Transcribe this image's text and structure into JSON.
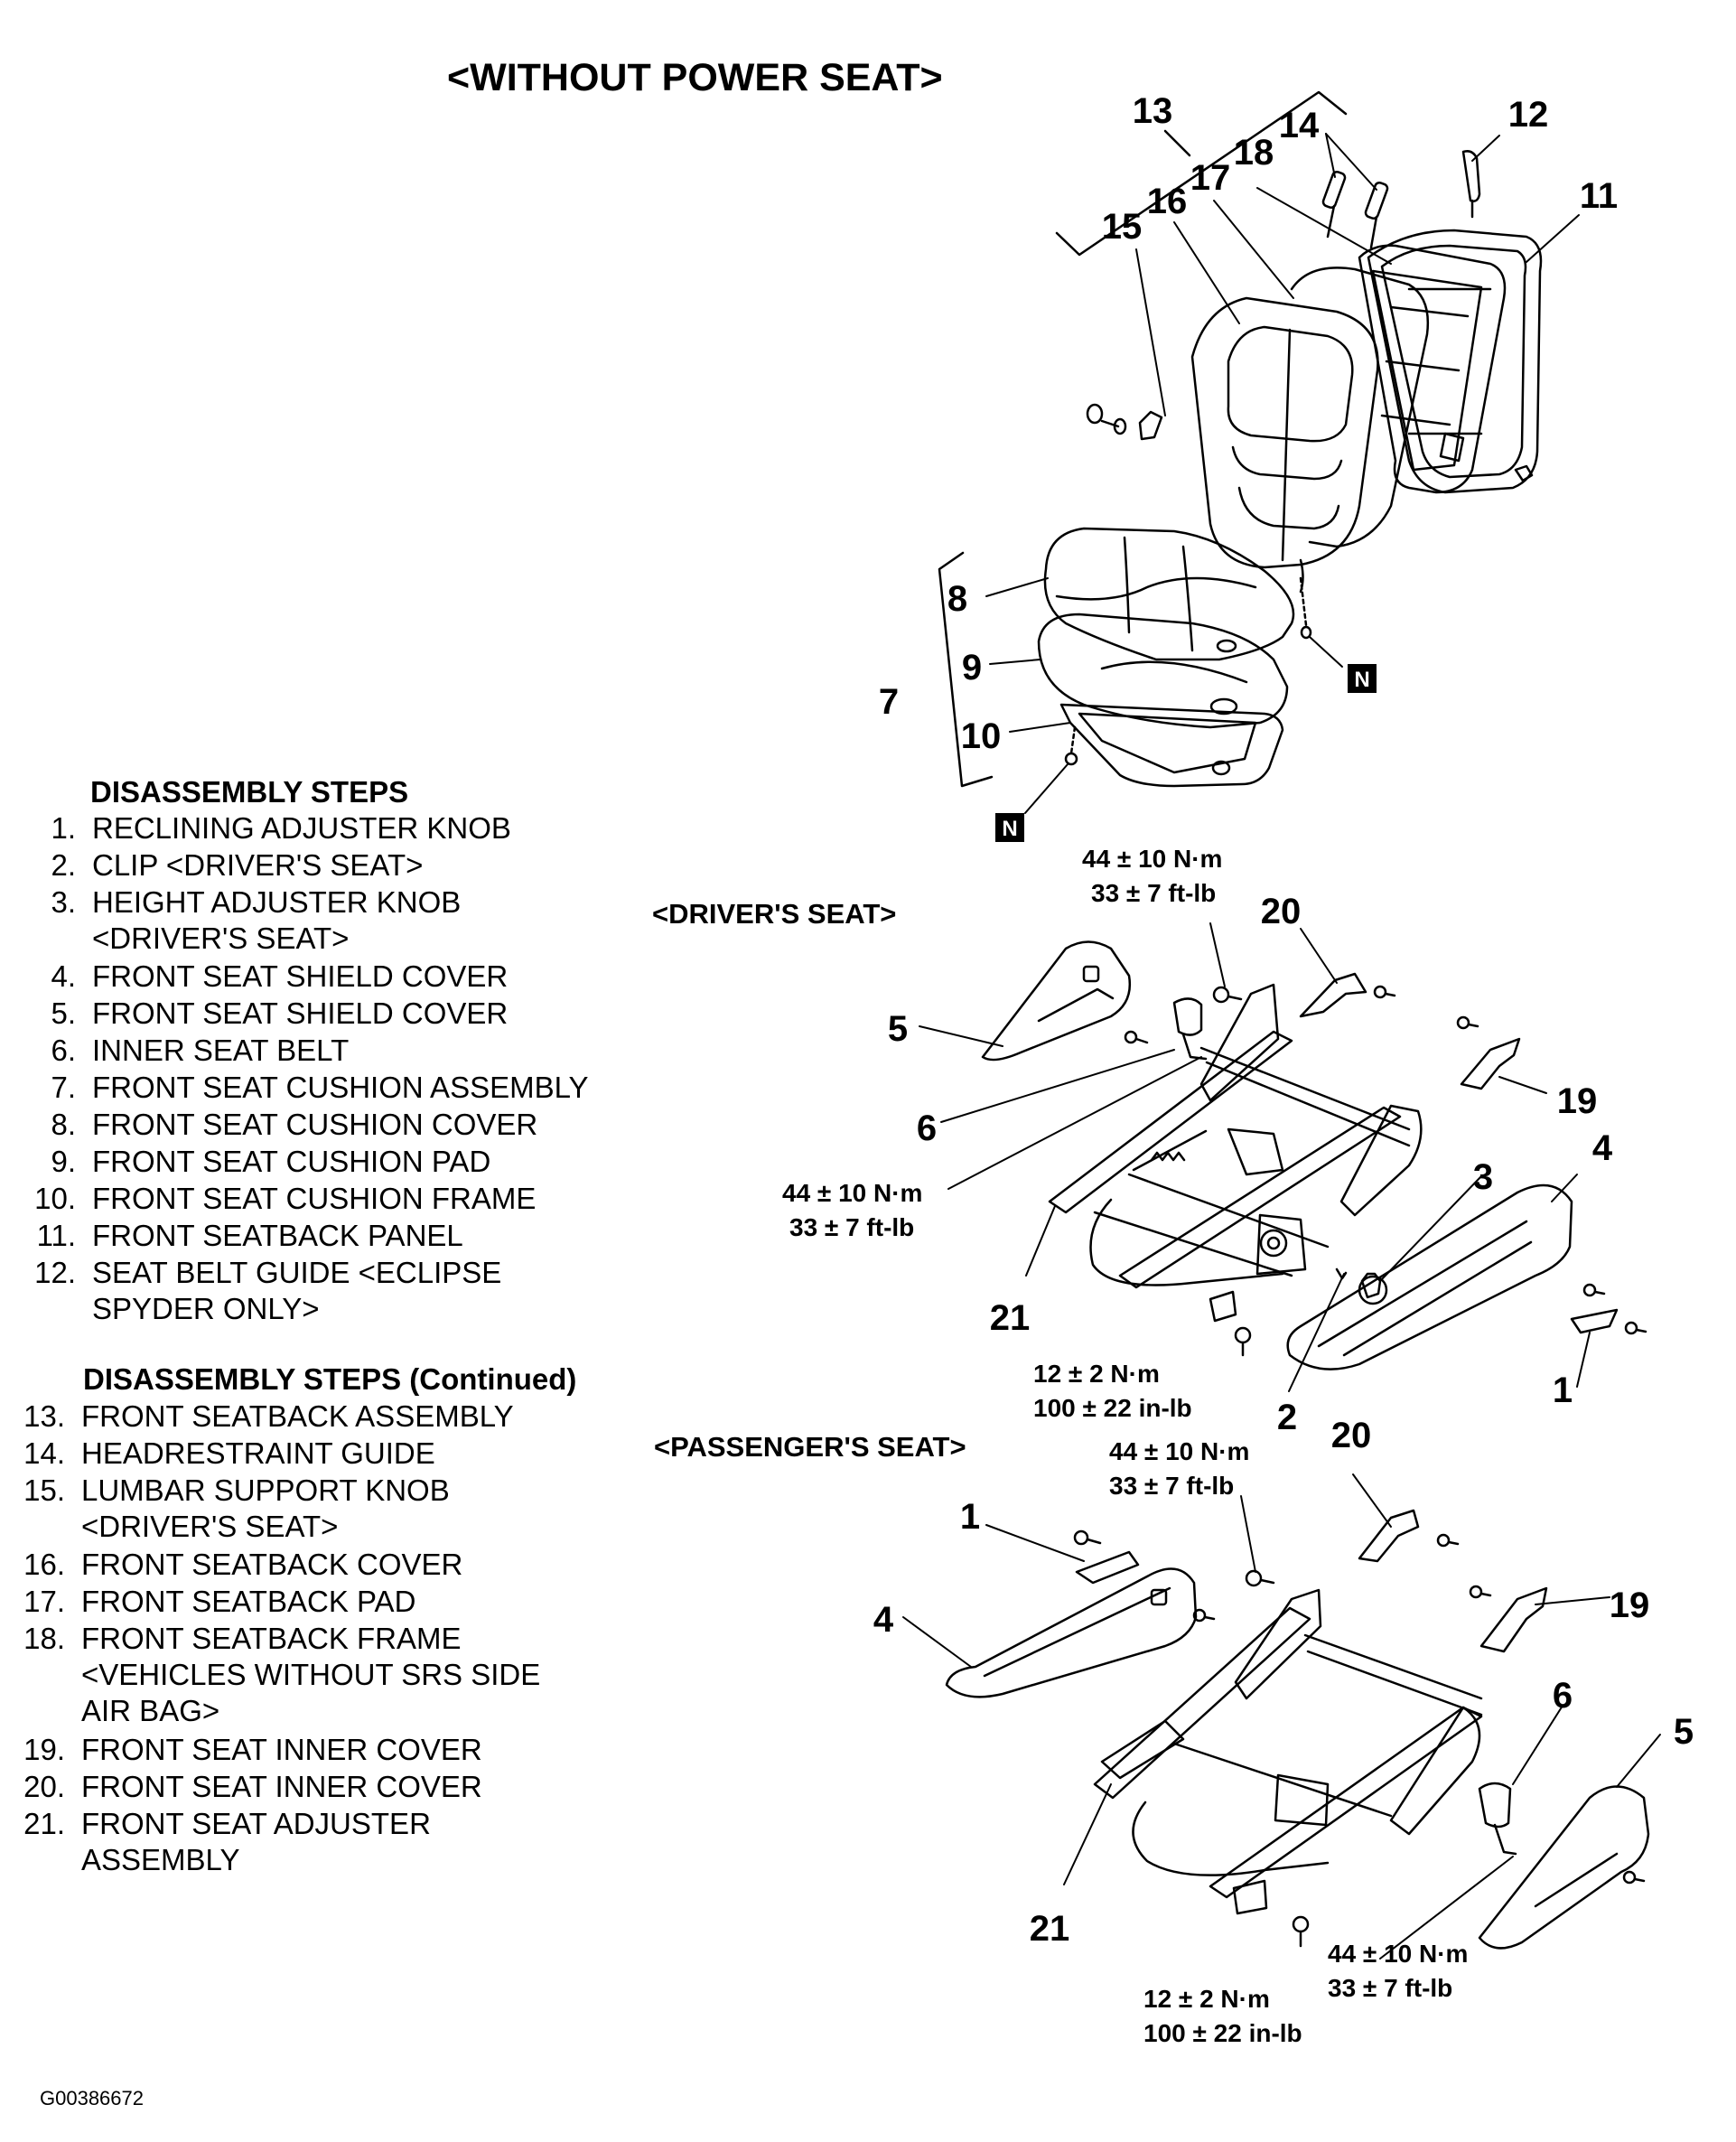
{
  "title": "<WITHOUT POWER SEAT>",
  "steps_heading": "DISASSEMBLY STEPS",
  "steps_heading_continued": "DISASSEMBLY STEPS (Continued)",
  "steps": [
    {
      "num": "1.",
      "text": "RECLINING ADJUSTER KNOB"
    },
    {
      "num": "2.",
      "text": "CLIP <DRIVER'S SEAT>"
    },
    {
      "num": "3.",
      "text": "HEIGHT ADJUSTER KNOB",
      "cont": "<DRIVER'S SEAT>"
    },
    {
      "num": "4.",
      "text": "FRONT SEAT SHIELD COVER"
    },
    {
      "num": "5.",
      "text": "FRONT SEAT SHIELD COVER"
    },
    {
      "num": "6.",
      "text": "INNER SEAT BELT"
    },
    {
      "num": "7.",
      "text": "FRONT SEAT CUSHION ASSEMBLY"
    },
    {
      "num": "8.",
      "text": "FRONT SEAT CUSHION COVER"
    },
    {
      "num": "9.",
      "text": "FRONT SEAT CUSHION PAD"
    },
    {
      "num": "10.",
      "text": "FRONT SEAT CUSHION FRAME"
    },
    {
      "num": "11.",
      "text": "FRONT SEATBACK PANEL"
    },
    {
      "num": "12.",
      "text": "SEAT BELT GUIDE <ECLIPSE",
      "cont": "SPYDER ONLY>"
    },
    {
      "num": "13.",
      "text": "FRONT SEATBACK ASSEMBLY"
    },
    {
      "num": "14.",
      "text": "HEADRESTRAINT GUIDE"
    },
    {
      "num": "15.",
      "text": "LUMBAR SUPPORT KNOB",
      "cont": "<DRIVER'S SEAT>"
    },
    {
      "num": "16.",
      "text": "FRONT SEATBACK COVER"
    },
    {
      "num": "17.",
      "text": "FRONT SEATBACK PAD"
    },
    {
      "num": "18.",
      "text": "FRONT SEATBACK FRAME",
      "cont": "<VEHICLES WITHOUT SRS SIDE",
      "cont2": "AIR BAG>"
    },
    {
      "num": "19.",
      "text": "FRONT SEAT INNER COVER"
    },
    {
      "num": "20.",
      "text": "FRONT SEAT INNER COVER"
    },
    {
      "num": "21.",
      "text": "FRONT SEAT ADJUSTER",
      "cont": "ASSEMBLY"
    }
  ],
  "sections": {
    "driver": "<DRIVER'S SEAT>",
    "passenger": "<PASSENGER'S SEAT>"
  },
  "torque": {
    "nm_44": "44 ± 10 N·m",
    "ftlb_33": "33 ± 7 ft-lb",
    "nm_12": "12 ± 2 N·m",
    "inlb_100": "100 ± 22 in-lb"
  },
  "nut_symbol": "N",
  "callouts": [
    "1",
    "2",
    "3",
    "4",
    "5",
    "6",
    "7",
    "8",
    "9",
    "10",
    "11",
    "12",
    "13",
    "14",
    "15",
    "16",
    "17",
    "18",
    "19",
    "20",
    "21"
  ],
  "figure_id": "G00386672"
}
